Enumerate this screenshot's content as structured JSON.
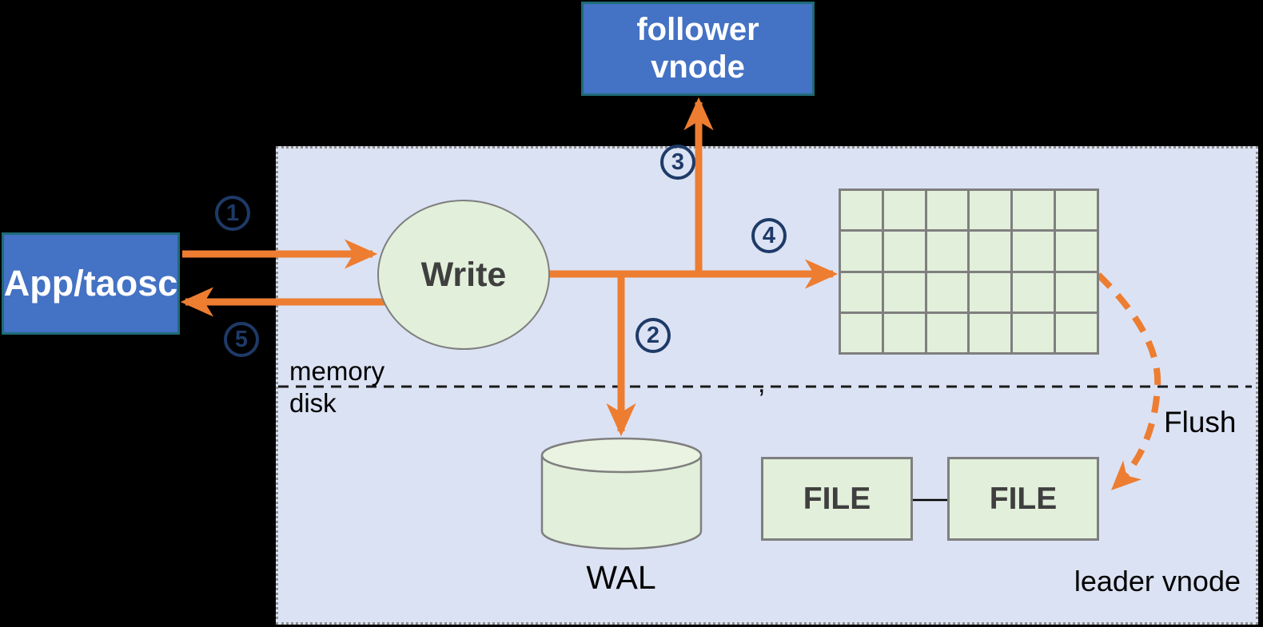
{
  "title": "TDengine leader vnode write flow diagram",
  "colors": {
    "accent_orange": "#ed7d31",
    "node_blue": "#4472c4",
    "node_blue_border": "#1f6b78",
    "shape_green": "#e2efda",
    "shape_border": "#7f7f7f",
    "panel_lavender": "#dbe2f3",
    "step_navy": "#1e3a68"
  },
  "nodes": {
    "app": {
      "label": "App/taosc"
    },
    "follower": {
      "label": "follower vnode"
    },
    "write": {
      "label": "Write"
    },
    "wal": {
      "label": "WAL"
    },
    "file_left": {
      "label": "FILE"
    },
    "file_right": {
      "label": "FILE"
    },
    "leader": {
      "label": "leader vnode"
    }
  },
  "labels": {
    "memory": "memory",
    "disk": "disk",
    "flush": "Flush",
    "stray_comma": ","
  },
  "steps": [
    {
      "n": "1"
    },
    {
      "n": "2"
    },
    {
      "n": "3"
    },
    {
      "n": "4"
    },
    {
      "n": "5"
    }
  ]
}
